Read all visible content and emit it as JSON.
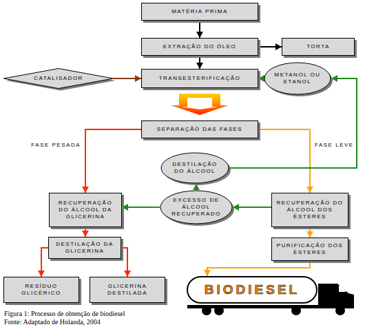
{
  "diagram": {
    "caption": "Figura 1: Processo de obtenção de biodiesel",
    "nodes": [
      {
        "text": [
          "MATÉRIA PRIMA"
        ]
      },
      {
        "text": [
          "EXTRAÇÃO DO ÓLEO"
        ]
      },
      {
        "text": [
          "TORTA"
        ]
      },
      {
        "text": [
          "CATALISADOR"
        ]
      },
      {
        "text": [
          "TRANSESTERIFICAÇÃO"
        ]
      },
      {
        "text": [
          "METANOL OU ETANOL"
        ]
      },
      {
        "text": [
          "SEPARAÇÃO DAS FASES"
        ]
      },
      {
        "text": [
          "DESTILAÇÃO DO ÁLCOOL"
        ]
      },
      {
        "text": [
          "RECUPERAÇÃO DO ÁLCOOL DA GLICERINA"
        ]
      },
      {
        "text": [
          "EXCESSO DE ÁLCOOL RECUPERADO"
        ]
      },
      {
        "text": [
          "RECUPERAÇÃO DO ÁLCOOL DOS ÉSTERES"
        ]
      },
      {
        "text": [
          "DESTILAÇÃO DA GLICERINA"
        ]
      },
      {
        "text": [
          "PURIFICAÇÃO DOS ÉSTERES"
        ]
      },
      {
        "text": [
          "RESÍDUO GLICÉRICO"
        ]
      },
      {
        "text": [
          "GLICERINA DESTILADA"
        ]
      },
      {
        "text": [
          "BIODIESEL"
        ]
      }
    ],
    "edges": [
      {
        "from": 0,
        "to": 1,
        "arrow": "to"
      },
      {
        "from": 1,
        "to": 2,
        "arrow": "to"
      },
      {
        "from": 1,
        "to": 4,
        "arrow": "to"
      },
      {
        "from": 3,
        "to": 4,
        "arrow": "to"
      },
      {
        "from": 5,
        "to": 4,
        "arrow": "to"
      },
      {
        "from": 4,
        "to": 6,
        "arrow": "to"
      },
      {
        "from": 6,
        "to": 8,
        "arrow": "to"
      },
      {
        "from": 6,
        "to": 10,
        "arrow": "to"
      },
      {
        "from": 7,
        "to": 5,
        "arrow": "to"
      },
      {
        "from": 9,
        "to": 7,
        "arrow": "to"
      },
      {
        "from": 10,
        "to": 9,
        "arrow": "to"
      },
      {
        "from": 9,
        "to": 8,
        "arrow": "to"
      },
      {
        "from": 8,
        "to": 11,
        "arrow": "to"
      },
      {
        "from": 10,
        "to": 12,
        "arrow": "to"
      },
      {
        "from": 11,
        "to": 13,
        "arrow": "to"
      },
      {
        "from": 11,
        "to": 14,
        "arrow": "to"
      },
      {
        "from": 12,
        "to": 15,
        "arrow": "to"
      }
    ],
    "labels": [
      "FASE PESADA",
      "FASE LEVE",
      "Fonte: Adaptado de Holanda, 2004"
    ]
  }
}
